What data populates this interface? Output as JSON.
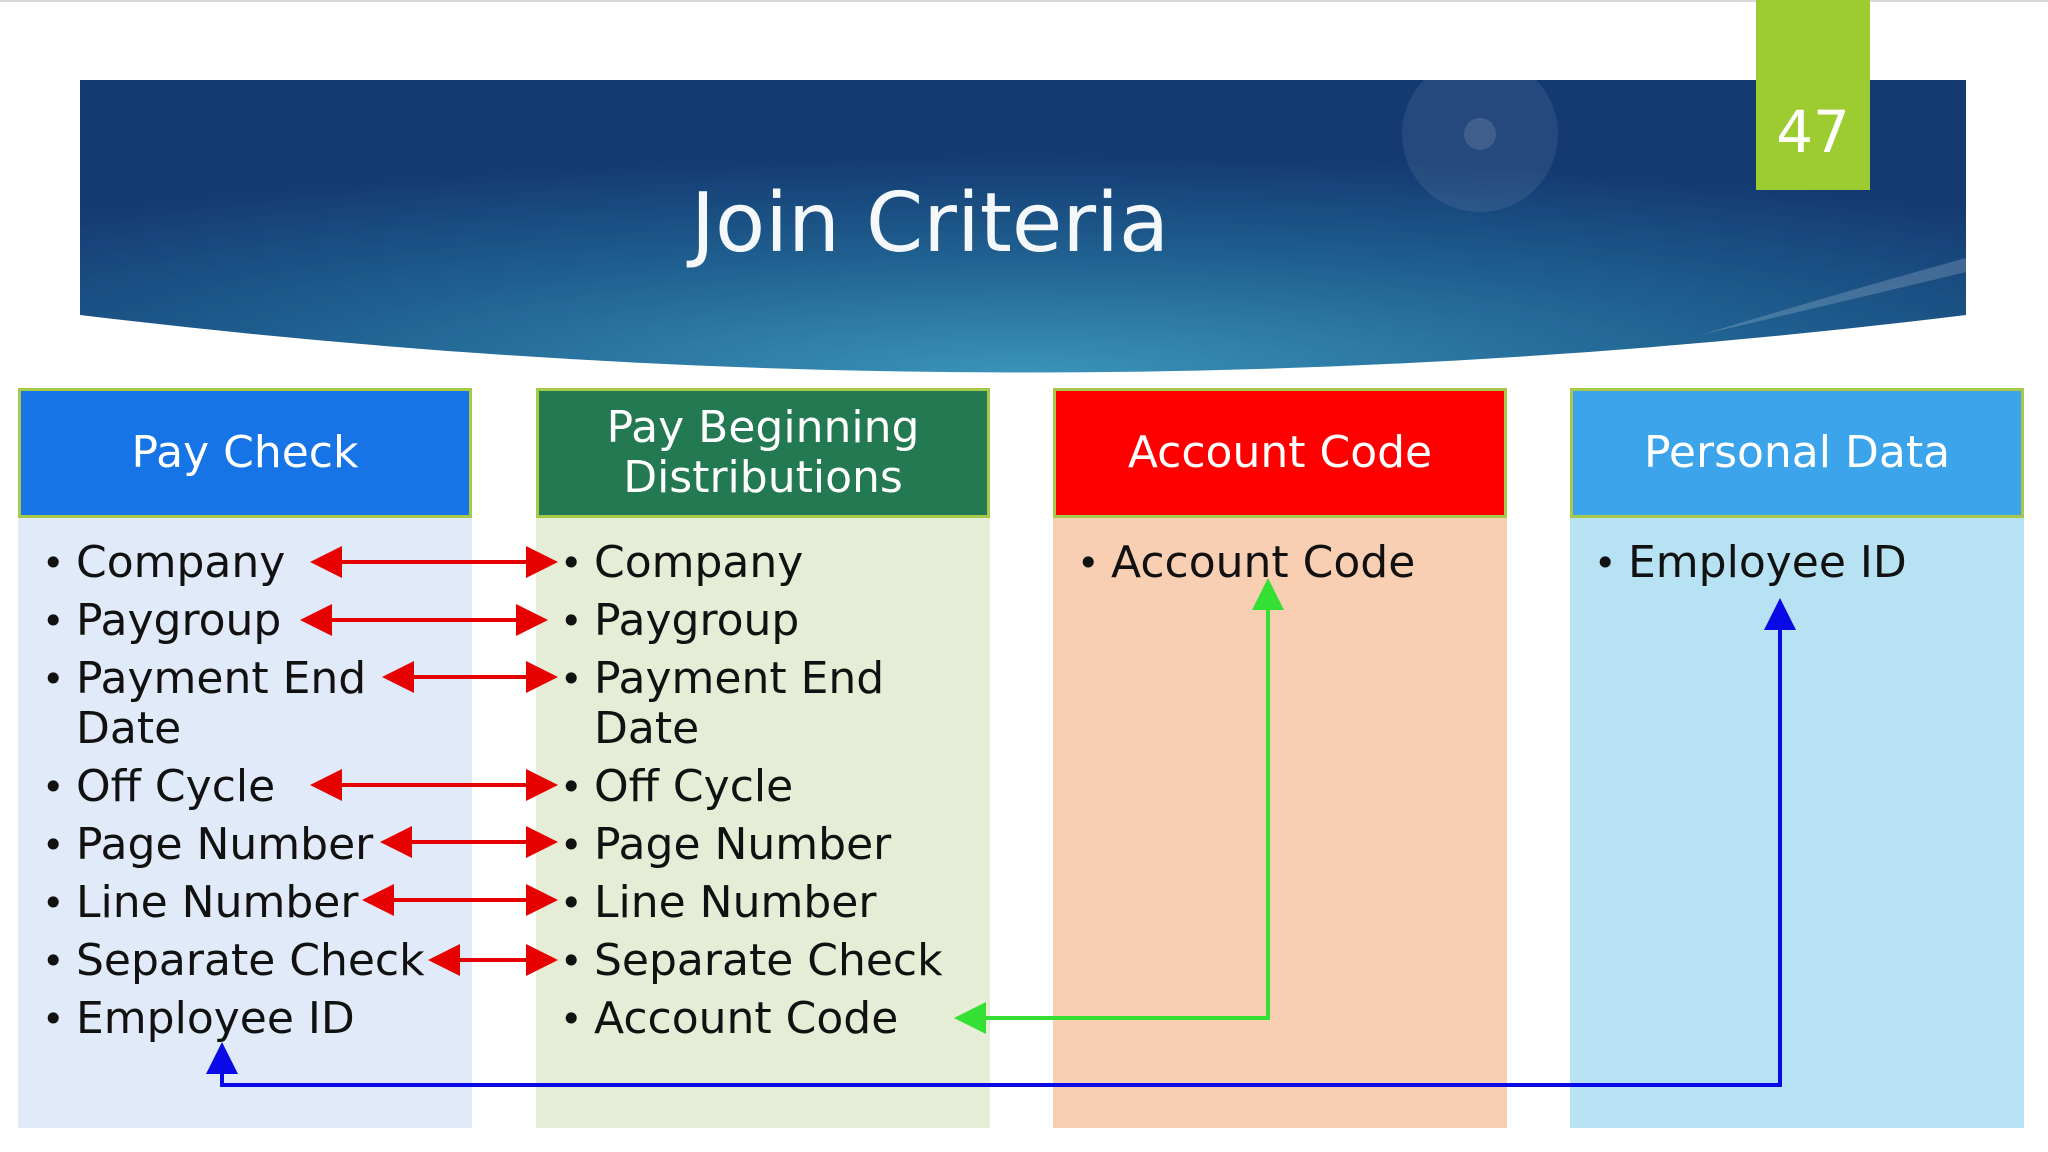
{
  "slide": {
    "number": "47",
    "title": "Join Criteria"
  },
  "columns": [
    {
      "header": "Pay Check",
      "items": [
        "Company",
        "Paygroup",
        "Payment End Date",
        "Off Cycle",
        "Page Number",
        "Line Number",
        "Separate Check",
        "Employee ID"
      ]
    },
    {
      "header": "Pay Beginning Distributions",
      "items": [
        "Company",
        "Paygroup",
        "Payment End Date",
        "Off Cycle",
        "Page Number",
        "Line Number",
        "Separate Check",
        "Account Code"
      ]
    },
    {
      "header": "Account Code",
      "items": [
        "Account Code"
      ]
    },
    {
      "header": "Personal Data",
      "items": [
        "Employee ID"
      ]
    }
  ],
  "colors": {
    "paycheck_header": "#1674e6",
    "paybegin_header": "#237a52",
    "account_header": "#ff0000",
    "personal_header": "#3ba4ea",
    "slide_number_bg": "#9ccc2f",
    "join_arrow_red": "#e60000",
    "join_arrow_green": "#33e033",
    "join_arrow_blue": "#0a0ae6"
  }
}
